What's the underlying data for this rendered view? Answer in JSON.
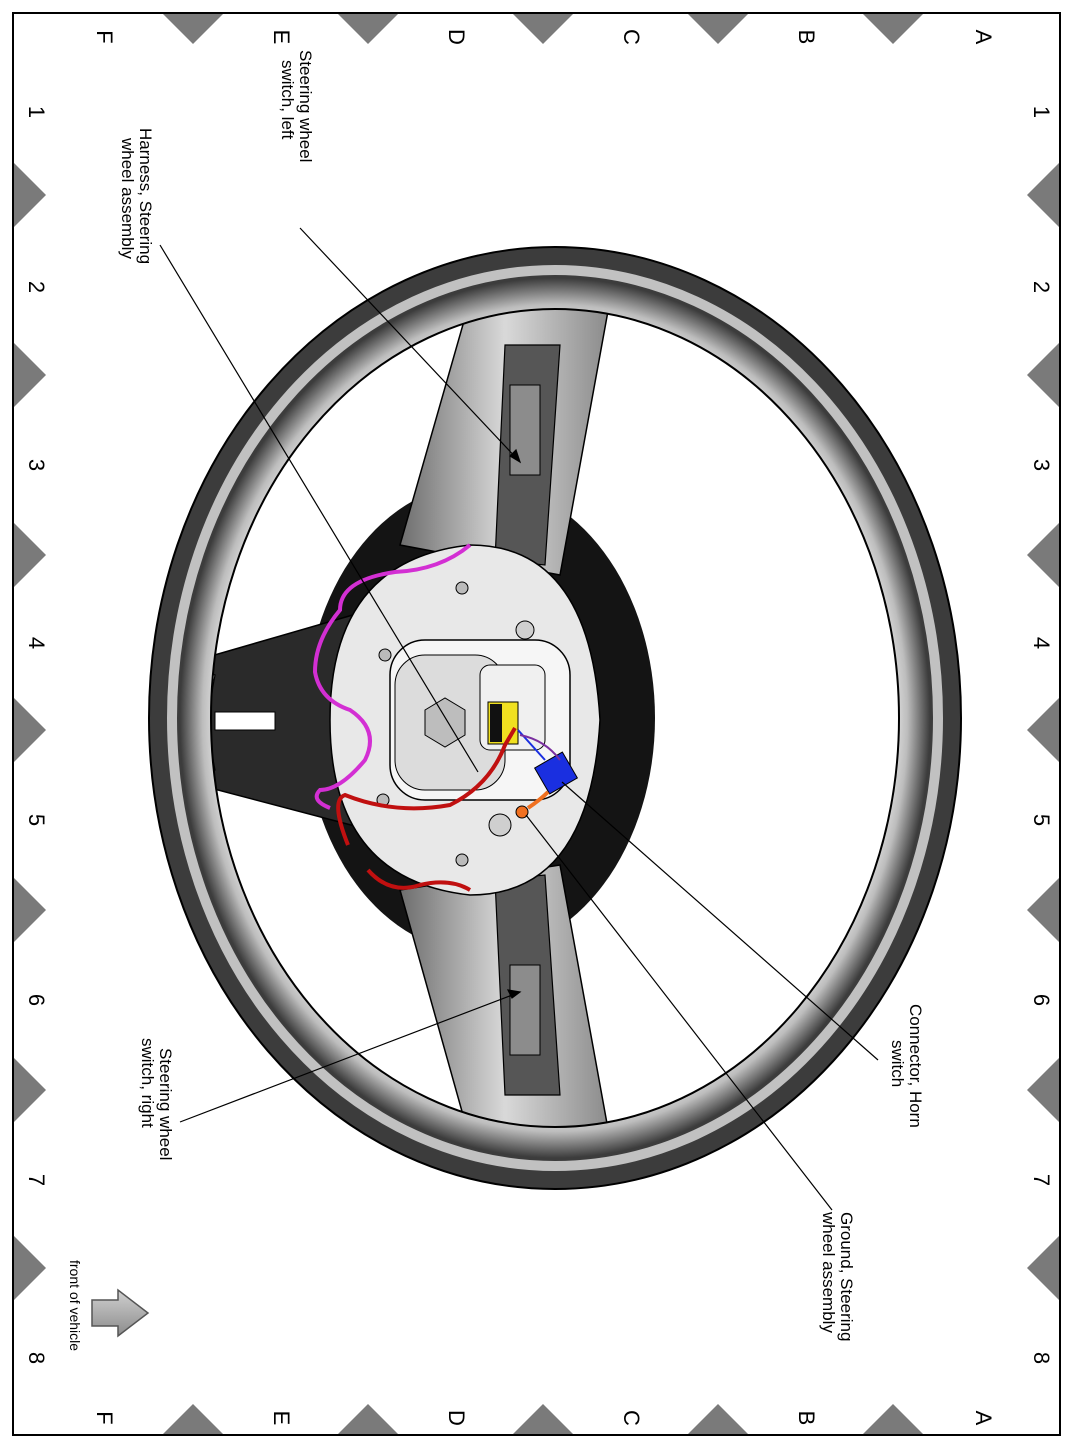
{
  "grid": {
    "rows": [
      "A",
      "B",
      "C",
      "D",
      "E",
      "F"
    ],
    "columns": [
      "1",
      "2",
      "3",
      "4",
      "5",
      "6",
      "7",
      "8"
    ]
  },
  "callouts": {
    "switch_left": [
      "Steering wheel",
      "switch, left"
    ],
    "harness": [
      "Harness, Steering",
      "wheel assembly"
    ],
    "connector_horn": [
      "Connector, Horn",
      "switch"
    ],
    "ground": [
      "Ground, Steering",
      "wheel assembly"
    ],
    "switch_right": [
      "Steering wheel",
      "switch, right"
    ]
  },
  "orientation": {
    "label": "front of vehicle",
    "icon": "arrow-icon"
  },
  "colors": {
    "wire_magenta": "#d32fd3",
    "wire_red": "#c01010",
    "connector_blue": "#1a2fe0",
    "ground_orange": "#f07020",
    "connector_yellow": "#f0e020",
    "marker_gray": "#7a7a7a"
  }
}
